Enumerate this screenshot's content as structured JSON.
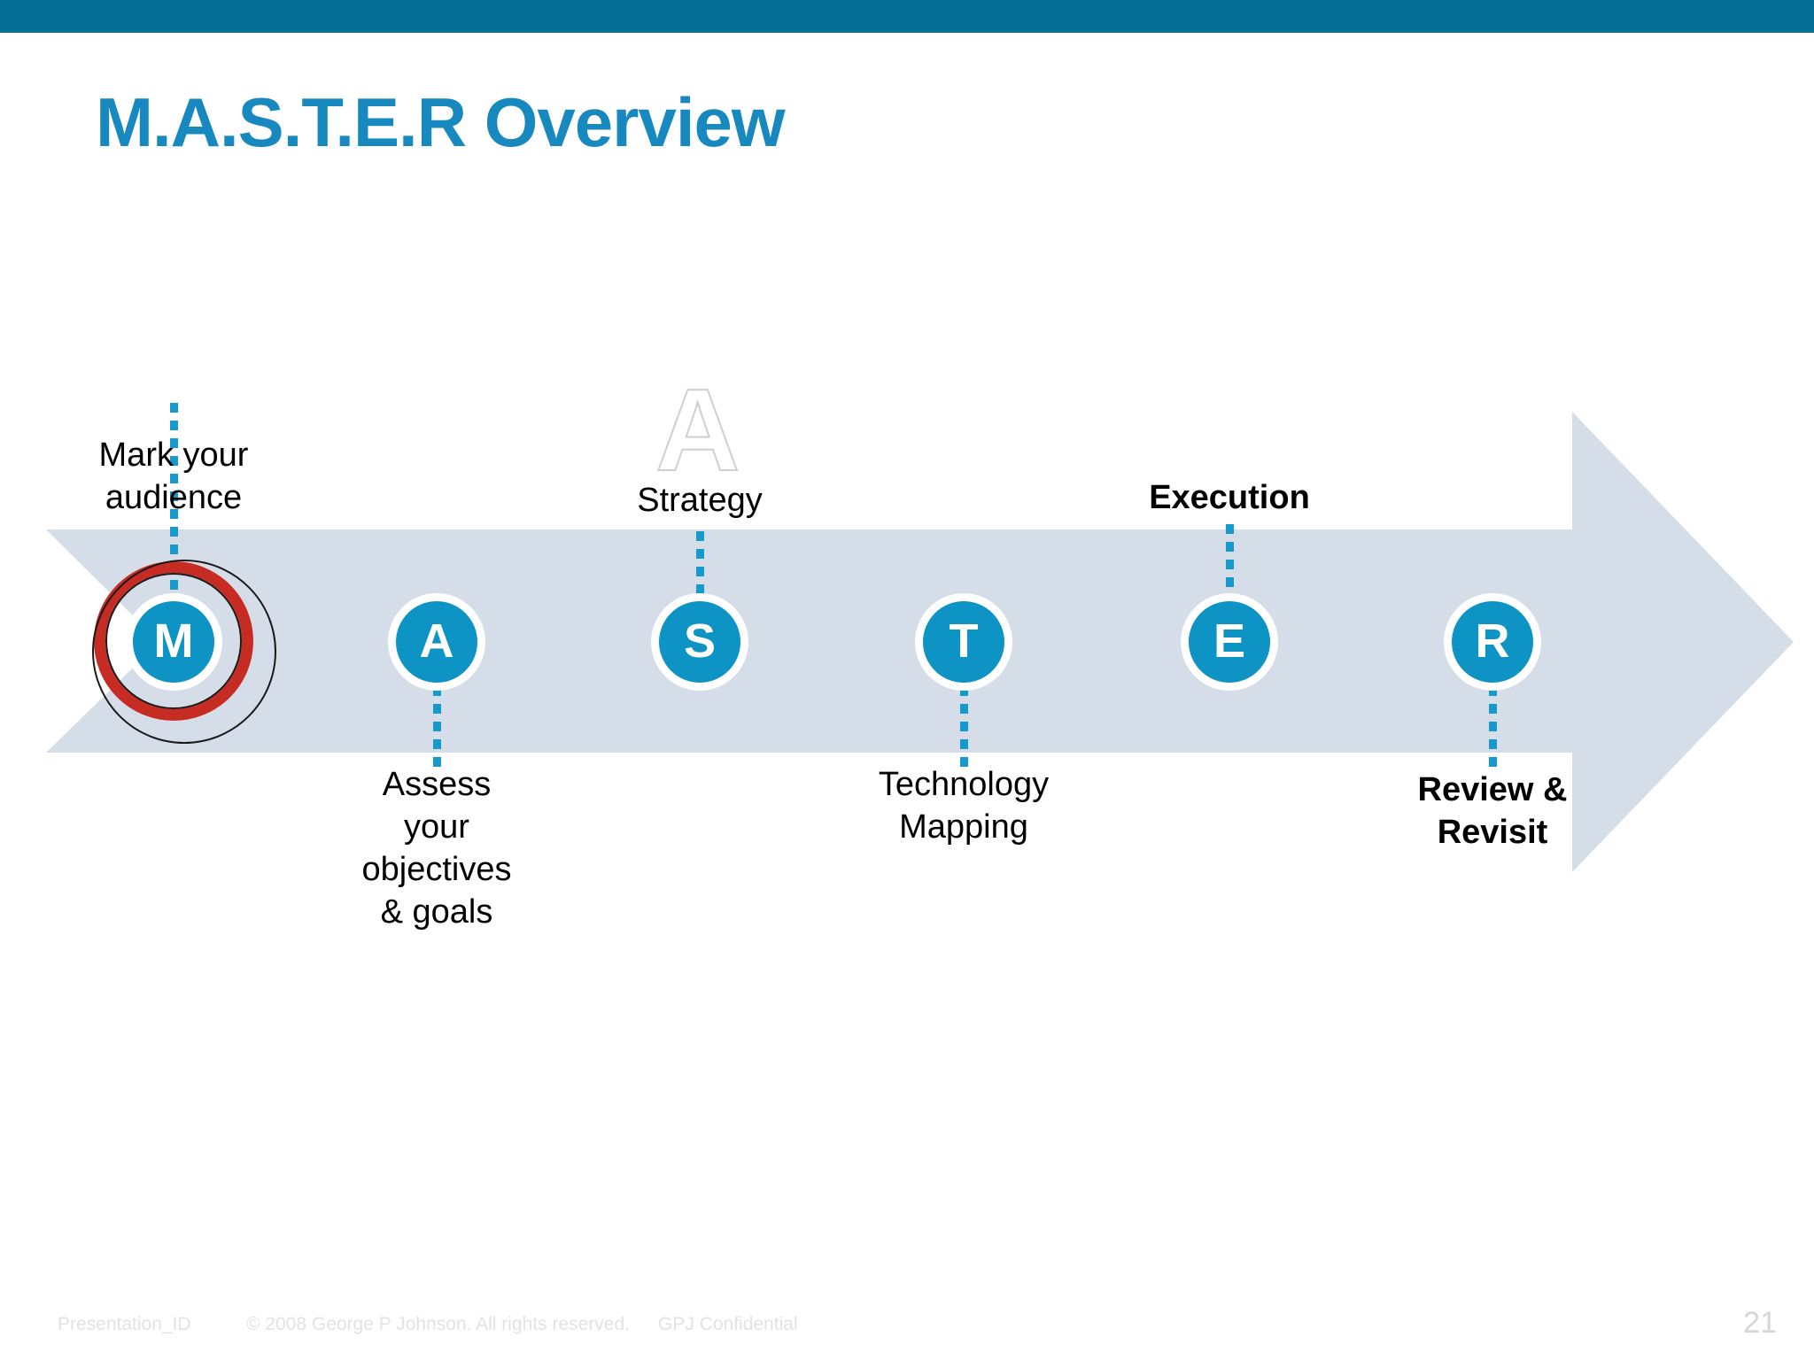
{
  "slide": {
    "title": "M.A.S.T.E.R Overview",
    "page_number": "21",
    "accent_color": "#1789BE",
    "topbar_color": "#046E95",
    "arrow_color": "#D5DEE8",
    "node_color": "#0D93C4",
    "highlight_ring_color": "#C62C23",
    "connector_color": "#1799CC",
    "watermark_letter": "A"
  },
  "diagram": {
    "type": "process-arrow",
    "direction": "left-to-right",
    "highlighted_step": "M",
    "steps": [
      {
        "letter": "M",
        "label": "Mark your\naudience",
        "label_position": "above",
        "bold": false,
        "highlighted": true
      },
      {
        "letter": "A",
        "label": "Assess\nyour\nobjectives\n& goals",
        "label_position": "below",
        "bold": false,
        "highlighted": false
      },
      {
        "letter": "S",
        "label": "Strategy",
        "label_position": "above",
        "bold": false,
        "highlighted": false
      },
      {
        "letter": "T",
        "label": "Technology\nMapping",
        "label_position": "below",
        "bold": false,
        "highlighted": false
      },
      {
        "letter": "E",
        "label": "Execution",
        "label_position": "above",
        "bold": true,
        "highlighted": false
      },
      {
        "letter": "R",
        "label": "Review &\nRevisit",
        "label_position": "below",
        "bold": true,
        "highlighted": false
      }
    ]
  },
  "footer": {
    "presentation_id": "Presentation_ID",
    "copyright": "© 2008 George P Johnson. All rights reserved.",
    "confidentiality": "GPJ Confidential"
  }
}
